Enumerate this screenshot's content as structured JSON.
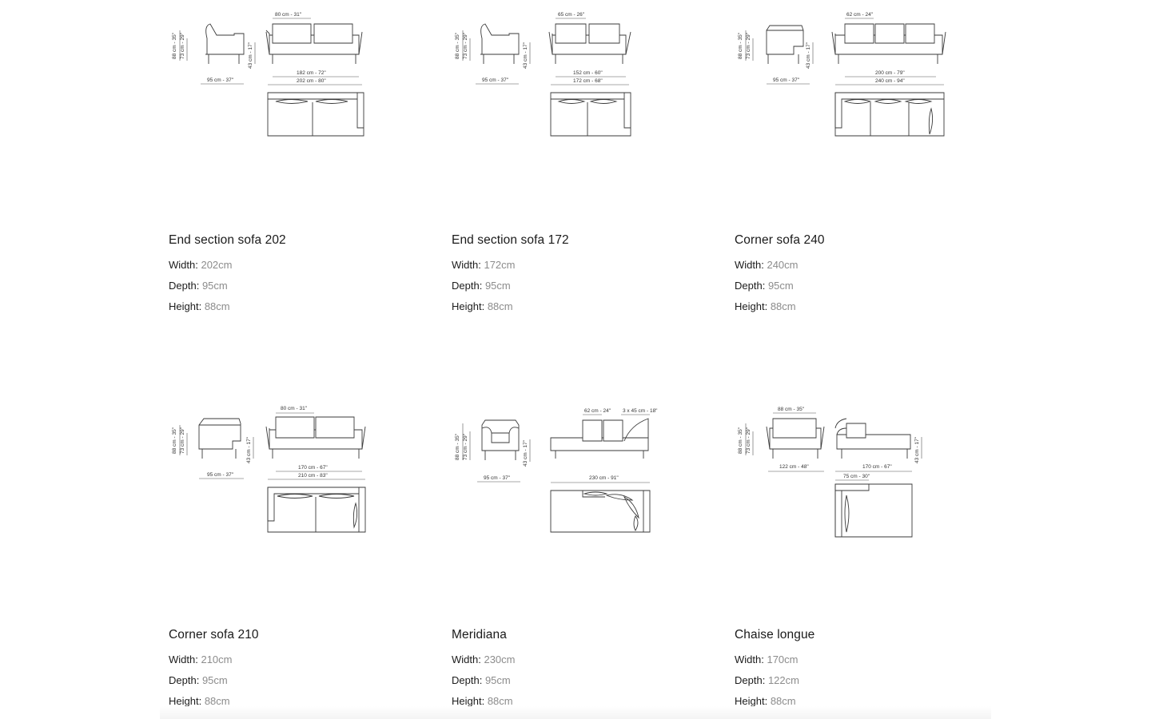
{
  "labels": {
    "width": "Width:",
    "depth": "Depth:",
    "height": "Height:"
  },
  "products": [
    {
      "name": "End section sofa 202",
      "width": "202cm",
      "depth": "95cm",
      "height": "88cm",
      "dims": {
        "cushion": "80 cm - 31\"",
        "seat_inner": "182 cm - 72\"",
        "overall": "202 cm - 80\"",
        "depth": "95 cm - 37\"",
        "h_total": "88 cm - 35\"",
        "h_arm": "73 cm - 29\"",
        "h_seat": "43 cm - 17\""
      }
    },
    {
      "name": "End section sofa 172",
      "width": "172cm",
      "depth": "95cm",
      "height": "88cm",
      "dims": {
        "cushion": "65 cm - 26\"",
        "seat_inner": "152 cm - 60\"",
        "overall": "172 cm - 68\"",
        "depth": "95 cm - 37\"",
        "h_total": "88 cm - 35\"",
        "h_arm": "73 cm - 29\"",
        "h_seat": "43 cm - 17\""
      }
    },
    {
      "name": "Corner sofa 240",
      "width": "240cm",
      "depth": "95cm",
      "height": "88cm",
      "dims": {
        "cushion": "62 cm - 24\"",
        "seat_inner": "200 cm - 79\"",
        "overall": "240 cm - 94\"",
        "depth": "95 cm - 37\"",
        "h_total": "88 cm - 35\"",
        "h_arm": "73 cm - 29\"",
        "h_seat": "43 cm - 17\""
      }
    },
    {
      "name": "Corner sofa 210",
      "width": "210cm",
      "depth": "95cm",
      "height": "88cm",
      "dims": {
        "cushion": "80 cm - 31\"",
        "seat_inner": "170 cm - 67\"",
        "overall": "210 cm - 83\"",
        "depth": "95 cm - 37\"",
        "h_total": "88 cm - 35\"",
        "h_arm": "73 cm - 29\"",
        "h_seat": "43 cm - 17\""
      }
    },
    {
      "name": "Meridiana",
      "width": "230cm",
      "depth": "95cm",
      "height": "88cm",
      "dims": {
        "cushion": "62 cm - 24\"",
        "cushion2": "3 x 45 cm - 18\"",
        "overall": "230 cm - 91\"",
        "depth": "95 cm - 37\"",
        "h_total": "88 cm - 35\"",
        "h_arm": "73 cm - 29\"",
        "h_seat": "43 cm - 17\""
      }
    },
    {
      "name": "Chaise longue",
      "width": "170cm",
      "depth": "122cm",
      "height": "88cm",
      "dims": {
        "cushion": "88 cm - 35\"",
        "depth_front": "122 cm - 48\"",
        "overall": "170 cm - 67\"",
        "back": "75 cm - 30\"",
        "h_total": "88 cm - 35\"",
        "h_arm": "73 cm - 29\"",
        "h_seat": "43 cm - 17\""
      }
    }
  ]
}
